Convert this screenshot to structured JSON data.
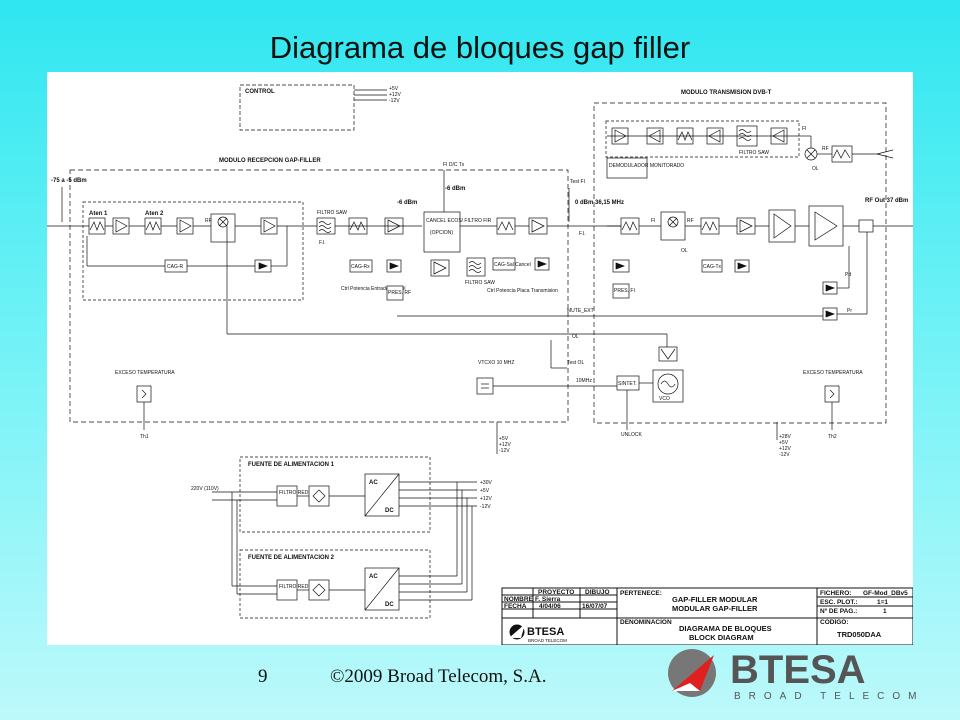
{
  "slide": {
    "title": "Diagrama de bloques gap filler",
    "page_number": "9",
    "copyright": "©2009 Broad Telecom, S.A."
  },
  "logo": {
    "name": "BTESA",
    "tagline": "BROAD TELECOM",
    "colors": {
      "red": "#e02020",
      "gray": "#555555",
      "dark": "#333333"
    }
  },
  "diagram": {
    "control": {
      "title": "CONTROL",
      "rails": [
        "+5V",
        "+12V",
        "-12V"
      ]
    },
    "reception": {
      "title": "MODULO RECEPCION GAP-FILLER",
      "input_level": "-75 a -5 dBm",
      "aten1": "Aten 1",
      "aten2": "Aten 2",
      "mixer": "RF",
      "filtro": "FILTRO SAW",
      "level_out": "-6 dBm",
      "fi": "F.I.",
      "cag": "CAG-Rx",
      "ctrl_label": "Ctrl Potencia Entrada Cancel",
      "pres": "PRES. RF"
    },
    "canceller": {
      "fi_label": "FI D/C Tx",
      "level": "-6 dBm",
      "title": "CANCEL ECOS/ FILTRO FIR",
      "sub": "(OPCION)",
      "filtro": "FILTRO SAW",
      "cag": "CAG-Sal Cancel",
      "ctrl_label": "Ctrl Potencia Placa Transmision",
      "test": "Test FI",
      "level2": "0 dBm 36,15 MHz"
    },
    "transmission": {
      "title": "MODULO TRANSMISION DVB-T",
      "demod": "DEMODULADOR MONITORADO",
      "filtro": "FILTRO SAW",
      "fi": "FI",
      "mixer": "RF",
      "ol": "OL",
      "rf_out": "RF Out 37 dBm",
      "cag": "CAG-Tx",
      "pres": "PRES. FI",
      "pd": "Pd",
      "pr": "Pr",
      "vco": "VCO",
      "sintet": "SINTET.",
      "unlock": "UNLOCK",
      "mute": "MUTE_EXT",
      "test_ol": "Test OL",
      "ref": "10MHz",
      "vtcxo": "VTCXO 10 MHZ",
      "rails": [
        "+28V",
        "+5V",
        "+12V",
        "-12V"
      ]
    },
    "thermal": {
      "left_label": "EXCESO TEMPERATURA",
      "left_id": "Th1",
      "right_label": "EXCESO TEMPERATURA",
      "right_id": "Th2"
    },
    "bus_rails": [
      "+5V",
      "+12V",
      "-12V"
    ],
    "psu1": {
      "title": "FUENTE DE ALIMENTACION 1",
      "input": "220V (110V)",
      "filter": "FILTRO RED",
      "ac": "AC",
      "dc": "DC",
      "outputs": [
        "+30V",
        "+5V",
        "+12V",
        "-12V"
      ]
    },
    "psu2": {
      "title": "FUENTE DE ALIMENTACION 2",
      "filter": "FILTRO RED",
      "ac": "AC",
      "dc": "DC"
    }
  },
  "title_block": {
    "proyecto_h": "PROYECTO",
    "dibujo_h": "DIBUJO",
    "nombre_l": "NOMBRE",
    "nombre": "F. Sierra",
    "fecha_l": "FECHA",
    "fecha_p": "4/04/06",
    "fecha_d": "16/07/07",
    "pertenece_l": "PERTENECE:",
    "pertenece": [
      "GAP-FILLER MODULAR",
      "MODULAR GAP-FILLER"
    ],
    "denominacion_l": "DENOMINACION",
    "denominacion": [
      "DIAGRAMA DE BLOQUES",
      "BLOCK DIAGRAM"
    ],
    "fichero_l": "FICHERO:",
    "fichero": "GF-Mod_DBv5",
    "escala_l": "ESC. PLOT.:",
    "escala": "1=1",
    "npag_l": "Nº DE PAG.:",
    "npag": "1",
    "codigo_l": "CODIGO:",
    "codigo": "TRD050DAA",
    "company": "BTESA",
    "company_sub": "BROAD TELECOM"
  }
}
